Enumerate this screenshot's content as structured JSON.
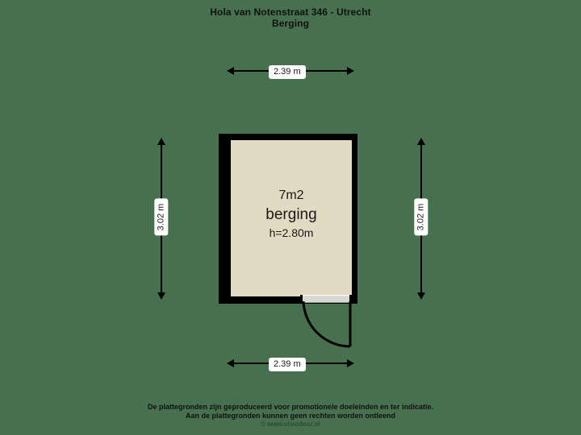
{
  "title": {
    "line1": "Hola van Notenstraat 346 - Utrecht",
    "line2": "Berging"
  },
  "room": {
    "area": "7m2",
    "name": "berging",
    "height": "h=2.80m"
  },
  "dimensions": {
    "top": "2.39 m",
    "bottom": "2.39 m",
    "left": "3.02 m",
    "right": "3.02 m"
  },
  "footer": {
    "line1": "De plattegronden zijn geproduceerd voor promotionele doeleinden en ter indicatie.",
    "line2": "Aan de plattegronden kunnen geen rechten worden ontleend",
    "line3": "© www.visiodoor.nl"
  },
  "colors": {
    "background": "#47704f",
    "wall": "#000000",
    "floor": "#e2dac2",
    "dimension_label_bg": "#ffffff",
    "text": "#111111"
  }
}
